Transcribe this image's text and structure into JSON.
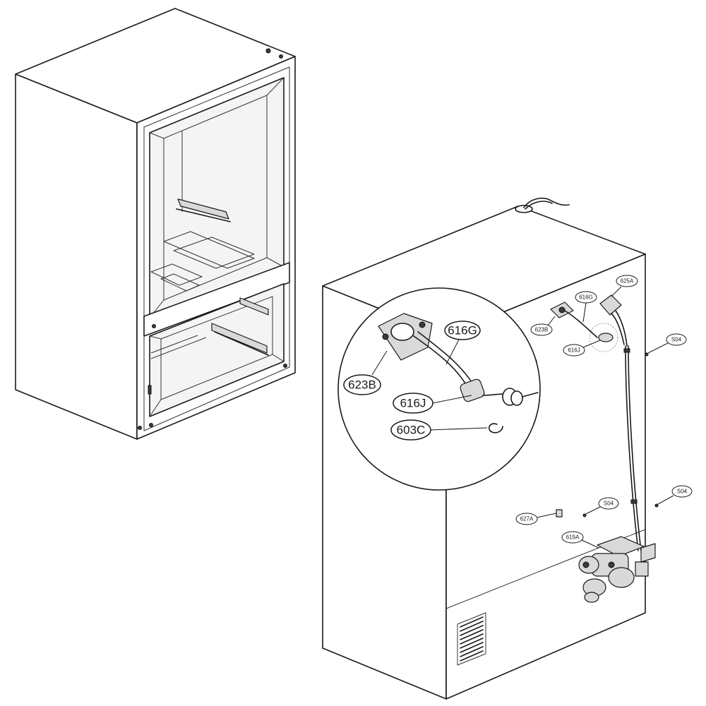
{
  "callouts_detail": [
    {
      "id": "616G",
      "label": "616G"
    },
    {
      "id": "623B",
      "label": "623B"
    },
    {
      "id": "616J",
      "label": "616J"
    },
    {
      "id": "603C",
      "label": "603C"
    }
  ],
  "callouts_main": [
    {
      "id": "625A",
      "label": "625A"
    },
    {
      "id": "616G-small",
      "label": "616G"
    },
    {
      "id": "623B-small",
      "label": "623B"
    },
    {
      "id": "616J-small",
      "label": "616J"
    },
    {
      "id": "S04-upper",
      "label": "S04"
    },
    {
      "id": "S04-lower-right",
      "label": "S04"
    },
    {
      "id": "S04-lower-left",
      "label": "S04"
    },
    {
      "id": "627A",
      "label": "627A"
    },
    {
      "id": "619A",
      "label": "619A"
    }
  ]
}
